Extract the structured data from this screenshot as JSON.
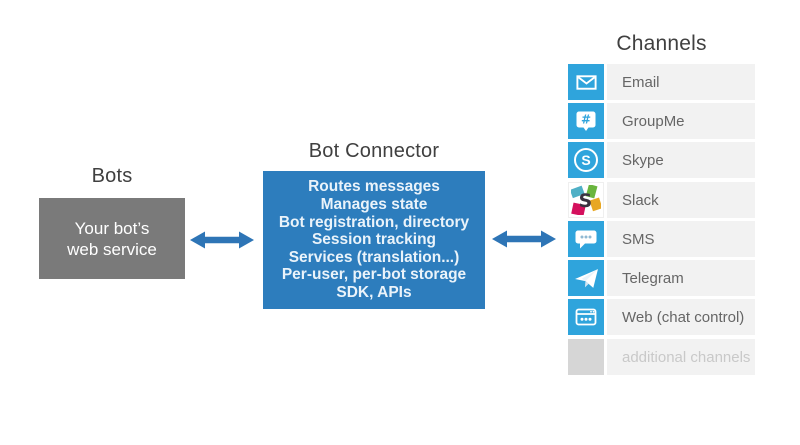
{
  "bots": {
    "title": "Bots",
    "box_lines": [
      "Your bot’s",
      "web service"
    ]
  },
  "connector": {
    "title": "Bot Connector",
    "lines": [
      "Routes messages",
      "Manages state",
      "Bot registration, directory",
      "Session tracking",
      "Services (translation...)",
      "Per-user, per-bot storage",
      "SDK, APIs"
    ]
  },
  "channels": {
    "title": "Channels",
    "items": [
      {
        "label": "Email",
        "icon": "email-icon"
      },
      {
        "label": "GroupMe",
        "icon": "groupme-icon"
      },
      {
        "label": "Skype",
        "icon": "skype-icon"
      },
      {
        "label": "Slack",
        "icon": "slack-icon"
      },
      {
        "label": "SMS",
        "icon": "sms-icon"
      },
      {
        "label": "Telegram",
        "icon": "telegram-icon"
      },
      {
        "label": "Web (chat control)",
        "icon": "web-icon"
      },
      {
        "label": "additional channels",
        "icon": "blank-tile",
        "disabled": true
      }
    ]
  },
  "colors": {
    "connector_blue": "#2d7dbd",
    "tile_blue": "#2fa4dc",
    "arrow_blue": "#2e75b6",
    "box_gray": "#7a7a7a",
    "row_bg": "#f2f2f2",
    "title_gray": "#404040",
    "label_gray": "#666666",
    "disabled_tile": "#d6d6d6",
    "disabled_text": "#c9c9c9"
  }
}
